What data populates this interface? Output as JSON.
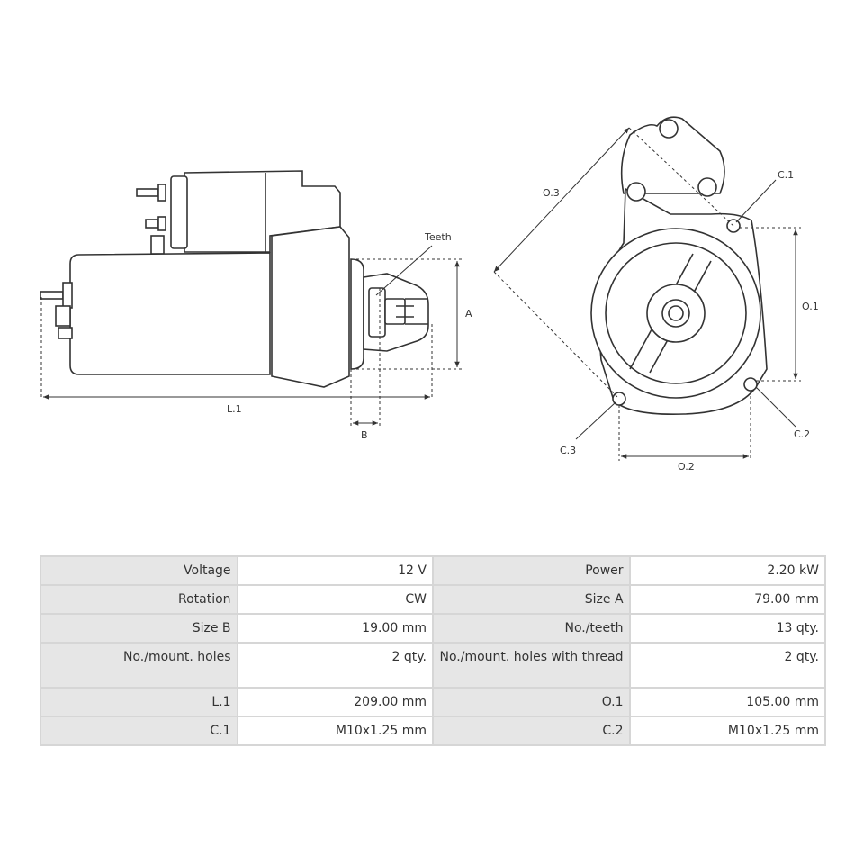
{
  "drawing": {
    "labels": {
      "teeth": "Teeth",
      "a": "A",
      "b": "B",
      "l1": "L.1",
      "o1": "O.1",
      "o2": "O.2",
      "o3": "O.3",
      "c1": "C.1",
      "c2": "C.2",
      "c3": "C.3"
    }
  },
  "specs": [
    {
      "k1": "Voltage",
      "v1": "12 V",
      "k2": "Power",
      "v2": "2.20 kW"
    },
    {
      "k1": "Rotation",
      "v1": "CW",
      "k2": "Size A",
      "v2": "79.00 mm"
    },
    {
      "k1": "Size B",
      "v1": "19.00 mm",
      "k2": "No./teeth",
      "v2": "13 qty."
    },
    {
      "k1": "No./mount. holes",
      "v1": "2 qty.",
      "k2": "No./mount. holes with thread",
      "v2": "2 qty."
    },
    {
      "k1": "L.1",
      "v1": "209.00 mm",
      "k2": "O.1",
      "v2": "105.00 mm"
    },
    {
      "k1": "C.1",
      "v1": "M10x1.25 mm",
      "k2": "C.2",
      "v2": "M10x1.25 mm"
    }
  ]
}
